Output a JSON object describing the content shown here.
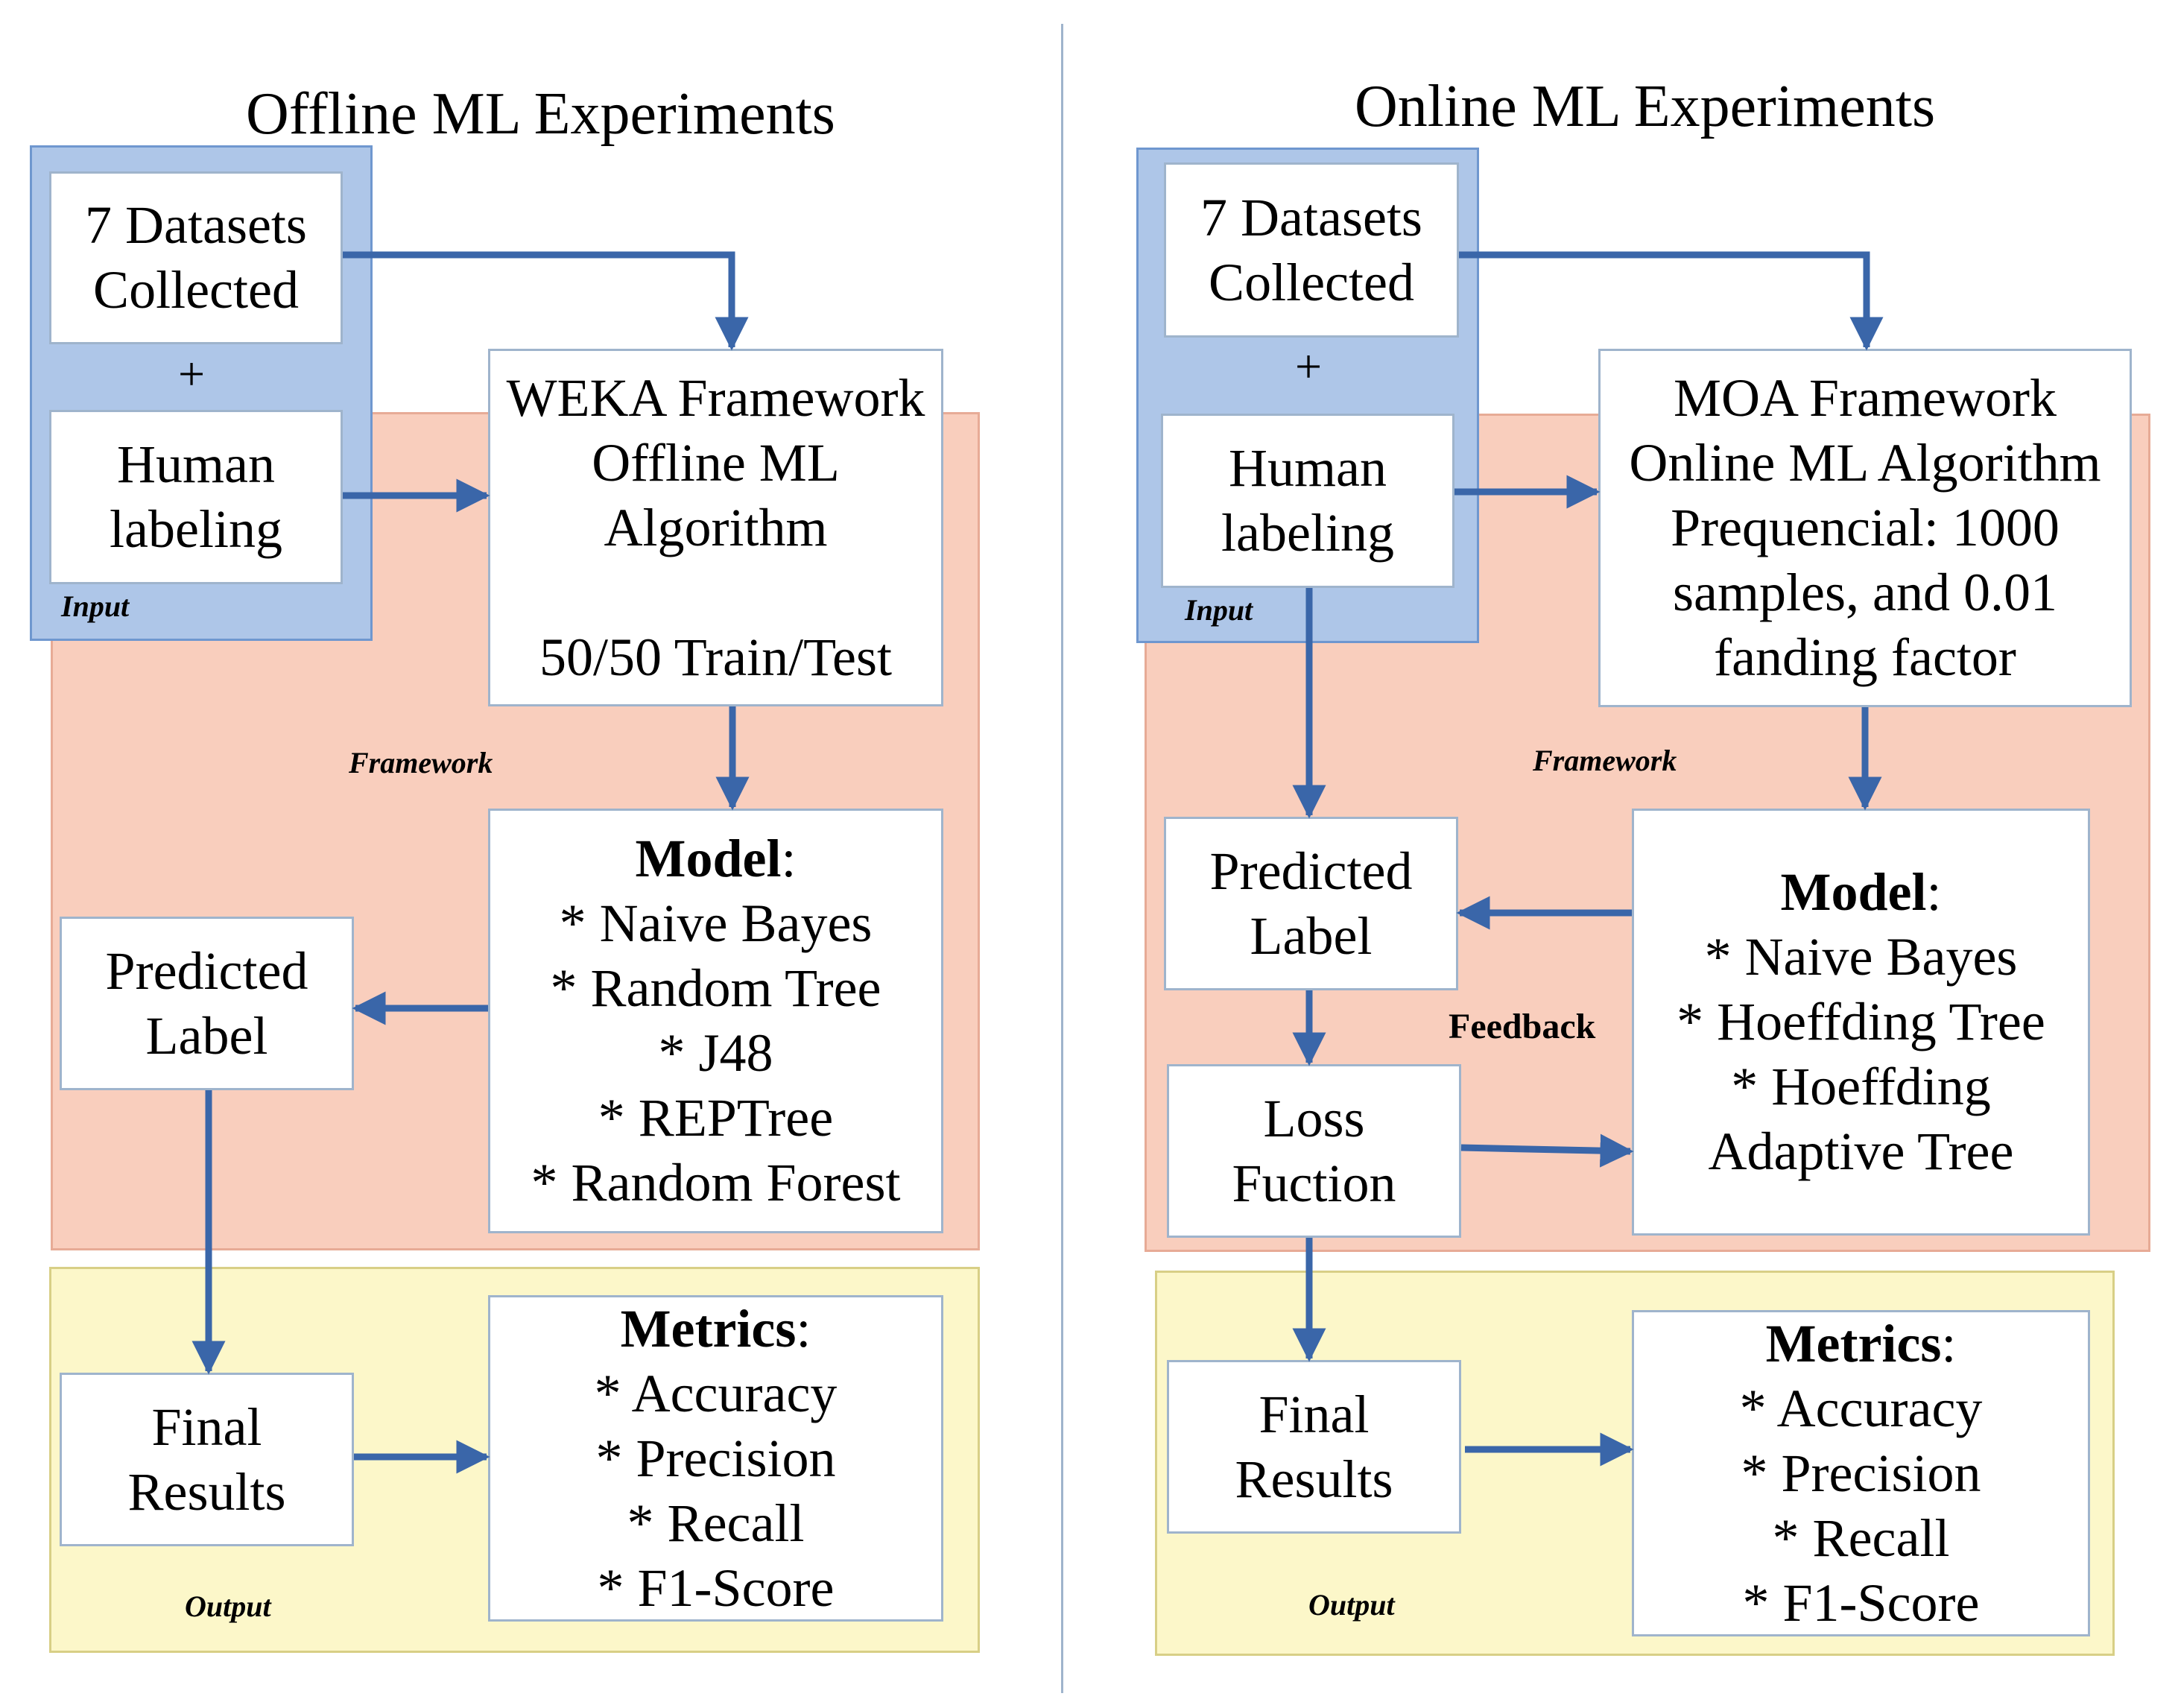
{
  "offline": {
    "title": "Offline ML Experiments",
    "datasets": [
      "7 Datasets",
      "Collected"
    ],
    "plus": "+",
    "human": [
      "Human",
      "labeling"
    ],
    "input_label": "Input",
    "framework": [
      "WEKA Framework",
      "Offline ML",
      "Algorithm",
      "50/50 Train/Test"
    ],
    "framework_label": "Framework",
    "model": {
      "title": "Model",
      "items": [
        "* Naive Bayes",
        "* Random Tree",
        "* J48",
        "* REPTree",
        "* Random Forest"
      ]
    },
    "predicted": [
      "Predicted",
      "Label"
    ],
    "final": [
      "Final",
      "Results"
    ],
    "output_label": "Output",
    "metrics": {
      "title": "Metrics",
      "items": [
        "* Accuracy",
        "* Precision",
        "* Recall",
        "* F1-Score"
      ]
    }
  },
  "online": {
    "title": "Online ML Experiments",
    "datasets": [
      "7 Datasets",
      "Collected"
    ],
    "plus": "+",
    "human": [
      "Human",
      "labeling"
    ],
    "input_label": "Input",
    "framework": [
      "MOA Framework",
      "Online ML Algorithm",
      "Prequencial: 1000",
      "samples, and 0.01",
      "fanding factor"
    ],
    "framework_label": "Framework",
    "model": {
      "title": "Model",
      "items": [
        "* Naive Bayes",
        "* Hoeffding Tree",
        "* Hoeffding",
        "Adaptive Tree"
      ]
    },
    "predicted": [
      "Predicted",
      "Label"
    ],
    "feedback_label": "Feedback",
    "loss": [
      "Loss",
      "Fuction"
    ],
    "final": [
      "Final",
      "Results"
    ],
    "output_label": "Output",
    "metrics": {
      "title": "Metrics",
      "items": [
        "* Accuracy",
        "* Precision",
        "* Recall",
        "* F1-Score"
      ]
    }
  },
  "colors": {
    "arrow": "#3a66a9",
    "input_bg": "#aec6e8",
    "framework_bg": "#f9cebd",
    "output_bg": "#fcf7c9",
    "divider": "#9fb4cc"
  }
}
